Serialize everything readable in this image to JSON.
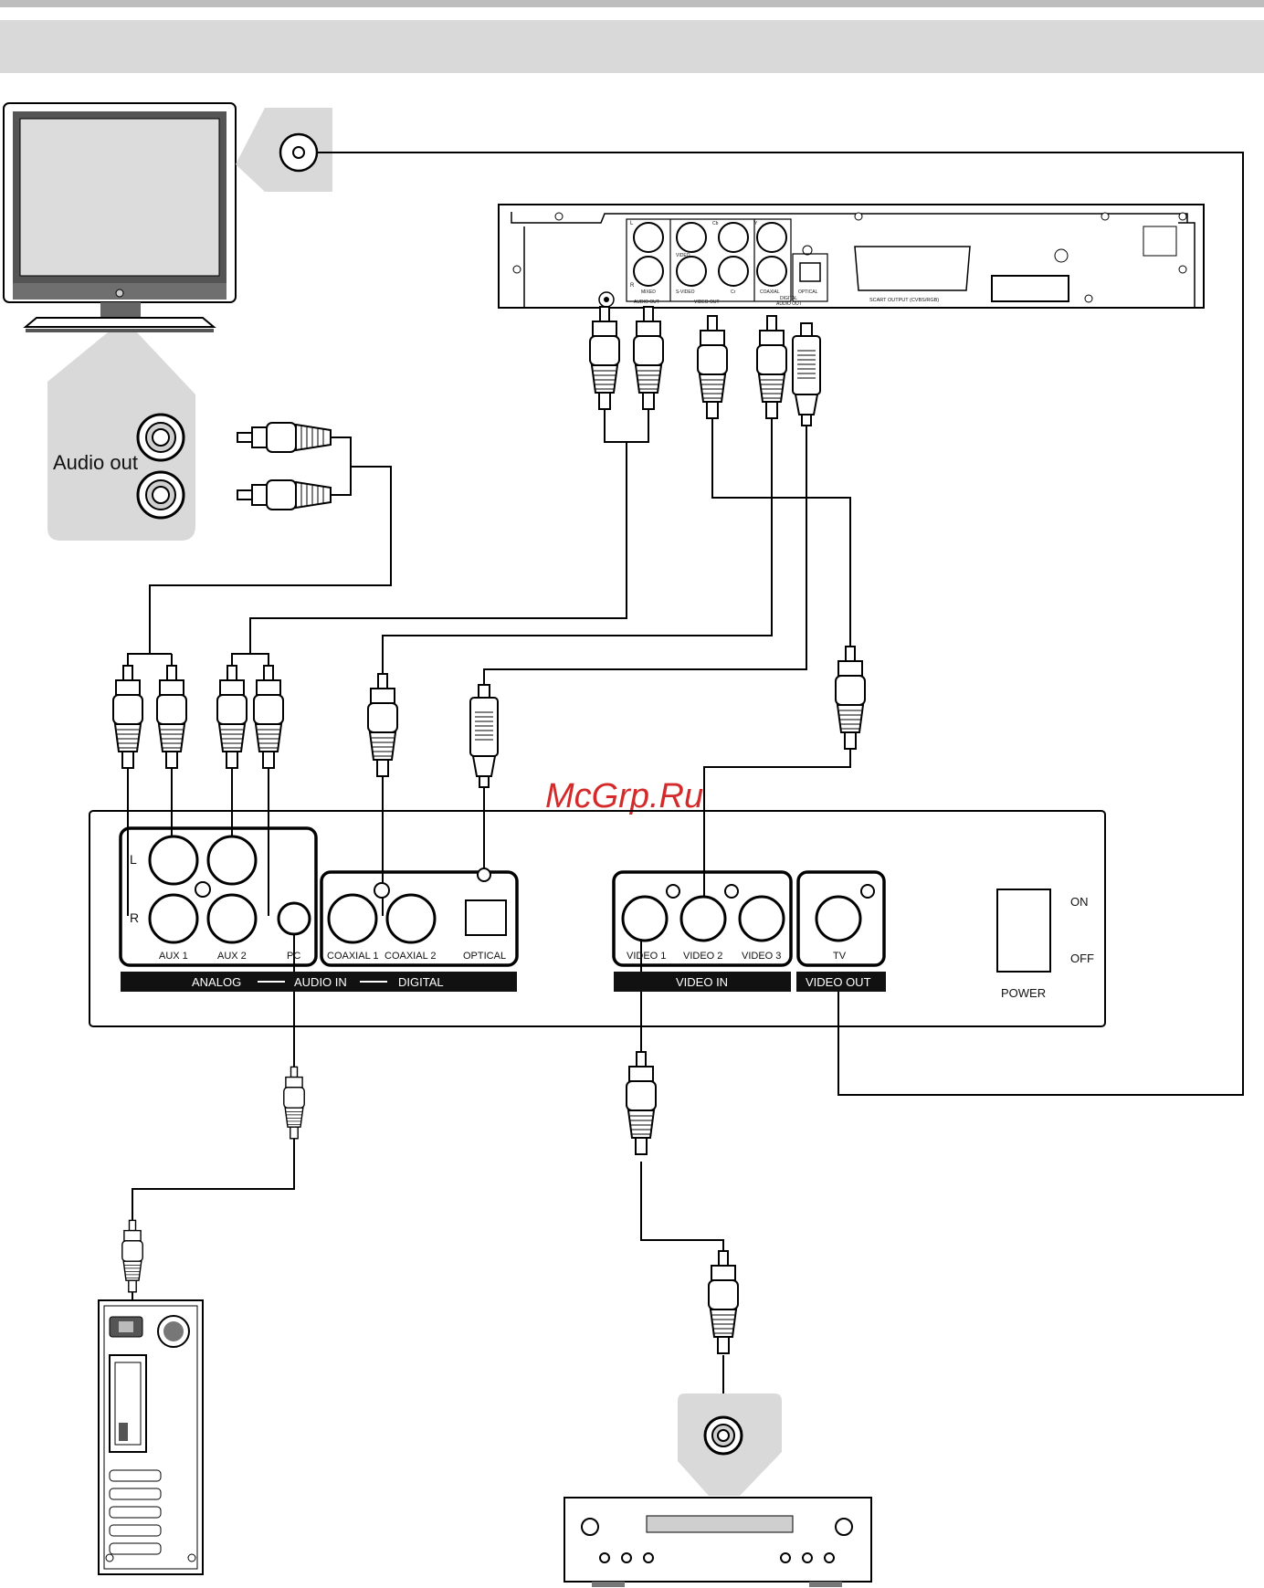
{
  "watermark": "McGrp.Ru",
  "tv_panel": {
    "audio_out_label": "Audio out"
  },
  "dvd_panel": {
    "labels": {
      "l": "L",
      "r": "R",
      "mixed": "MIXED",
      "audio_out": "AUDIO OUT",
      "cb": "Cb",
      "y": "Y",
      "video": "VIDEO",
      "svideo": "S-VIDEO",
      "cr": "Cr",
      "video_out": "VIDEO OUT",
      "coaxial": "COAXIAL",
      "optical": "OPTICAL",
      "digital_audio_out_1": "DIGITAL",
      "digital_audio_out_2": "AUDIO OUT",
      "scart": "SCART OUTPUT (CVBS/RGB)"
    }
  },
  "switch_box": {
    "l_label": "L",
    "r_label": "R",
    "aux1": "AUX 1",
    "aux2": "AUX 2",
    "pc": "PC",
    "coaxial1": "COAXIAL 1",
    "coaxial2": "COAXIAL 2",
    "optical": "OPTICAL",
    "analog": "ANALOG",
    "audio_in": "AUDIO IN",
    "digital": "DIGITAL",
    "video1": "VIDEO 1",
    "video2": "VIDEO 2",
    "video3": "VIDEO 3",
    "video_in": "VIDEO IN",
    "tv": "TV",
    "video_out": "VIDEO OUT",
    "on": "ON",
    "off": "OFF",
    "power": "POWER"
  }
}
